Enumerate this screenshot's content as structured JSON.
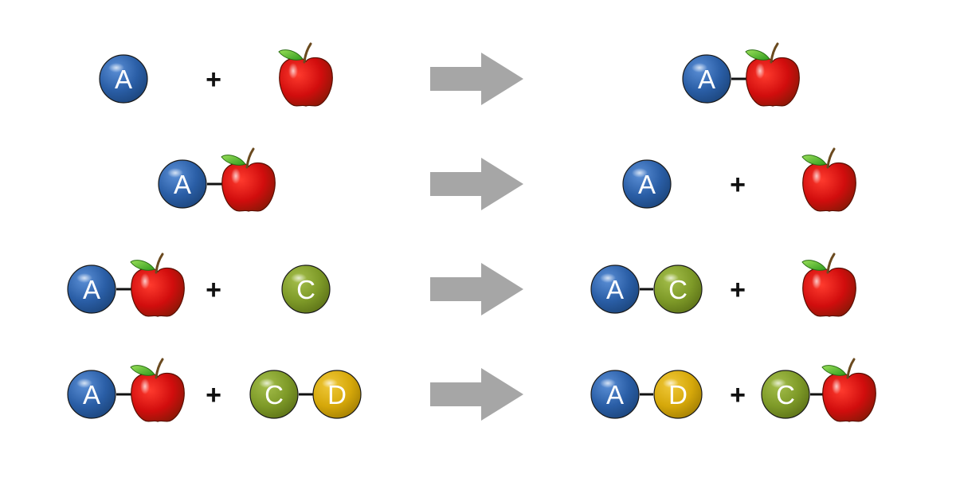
{
  "colors": {
    "A": "#2a5ea6",
    "C": "#7e9a28",
    "D": "#d6a80a",
    "apple": "#d10d0d",
    "arrow": "#a6a6a6"
  },
  "atoms": {
    "A": "A",
    "C": "C",
    "D": "D"
  },
  "plus": "+",
  "icons": {
    "apple": "apple-icon",
    "arrow": "right-arrow-icon"
  }
}
